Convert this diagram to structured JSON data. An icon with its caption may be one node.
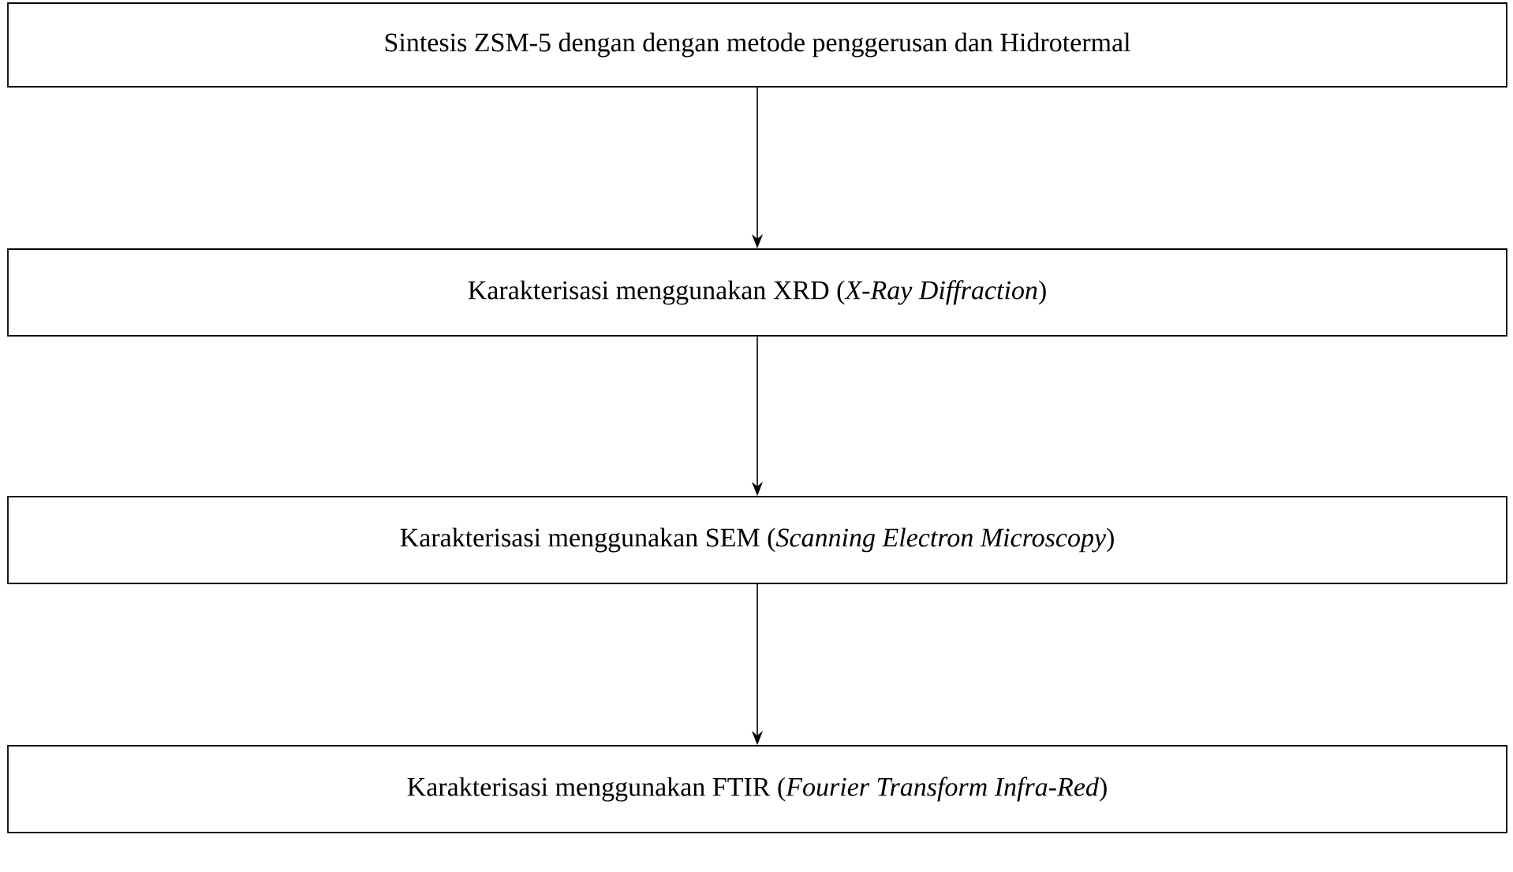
{
  "diagram": {
    "nodes": [
      {
        "text": [
          "Sintesis ZSM-5 dengan dengan metode penggerusan dan Hidrotermal"
        ]
      },
      {
        "text": [
          "Karakterisasi menggunakan XRD (*X-Ray Diffraction*)"
        ]
      },
      {
        "text": [
          "Karakterisasi menggunakan SEM (*Scanning Electron Microscopy*)"
        ]
      },
      {
        "text": [
          "Karakterisasi menggunakan FTIR (*Fourier Transform Infra-Red*)"
        ]
      }
    ],
    "edges": [
      {
        "from": 0,
        "to": 1,
        "arrow": "to"
      },
      {
        "from": 1,
        "to": 2,
        "arrow": "to"
      },
      {
        "from": 2,
        "to": 3,
        "arrow": "to"
      }
    ]
  }
}
